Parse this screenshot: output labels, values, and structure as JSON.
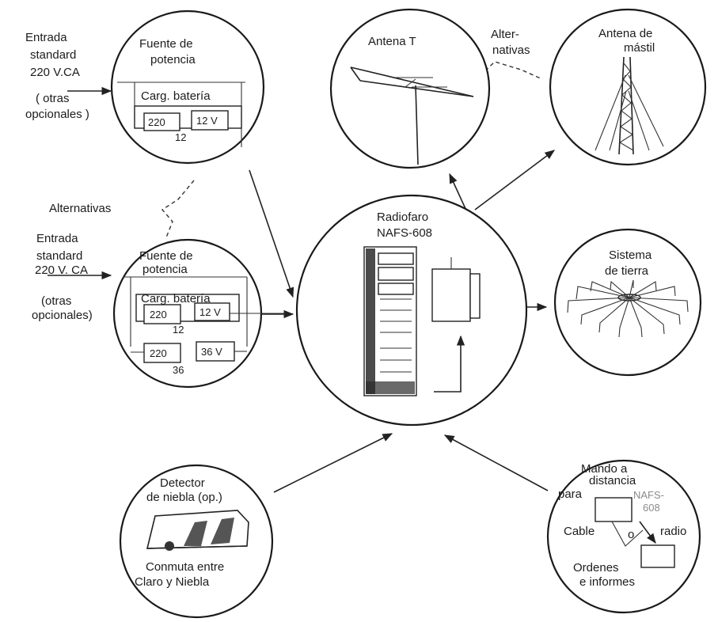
{
  "power_top": {
    "input_lines": [
      "Entrada",
      "standard",
      "220 V.CA",
      "( otras",
      "opcionales )"
    ],
    "title_lines": [
      "Fuente de",
      "potencia"
    ],
    "charger_label": "Carg. batería",
    "box_in": "220",
    "box_out": "12 V",
    "ratio_denominator": "12"
  },
  "alternatives_left": "Alternativas",
  "power_bottom": {
    "input_lines": [
      "Entrada",
      "standard",
      "220 V. CA",
      "(otras",
      "opcionales)"
    ],
    "title_lines": [
      "Fuente de",
      "potencia"
    ],
    "charger_label": "Carg. batería",
    "box_in_1": "220",
    "box_out_1": "12 V",
    "ratio_denominator_1": "12",
    "box_in_2": "220",
    "box_out_2": "36 V",
    "ratio_denominator_2": "36"
  },
  "antenna_t": {
    "title": "Antena T"
  },
  "alternatives_top": [
    "Alter-",
    "nativas"
  ],
  "antenna_mast": {
    "title_lines": [
      "Antena de",
      "mástil"
    ]
  },
  "beacon": {
    "title_lines": [
      "Radiofaro",
      "NAFS-608"
    ]
  },
  "ground": {
    "title_lines": [
      "Sistema",
      "de tierra"
    ]
  },
  "fog": {
    "title_lines": [
      "Detector",
      "de niebla (op.)"
    ],
    "caption_lines": [
      "Conmuta entre",
      "Claro  y  Niebla"
    ]
  },
  "remote": {
    "title_lines": [
      "Mando a",
      "distancia"
    ],
    "para": "para",
    "device_lines": [
      "NAFS-",
      "608"
    ],
    "cable": "Cable",
    "or": "o",
    "radio": "radio",
    "footer_lines": [
      "Ordenes",
      "e informes"
    ]
  }
}
